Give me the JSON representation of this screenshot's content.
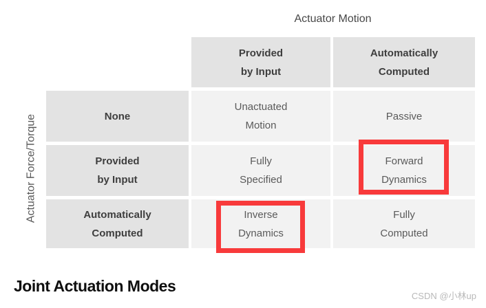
{
  "caption": "Joint Actuation Modes",
  "watermark": "CSDN @小林up",
  "matrix": {
    "column_axis_label": "Actuator Motion",
    "row_axis_label": "Actuator Force/Torque",
    "column_headers": [
      "Provided\nby Input",
      "Automatically\nComputed"
    ],
    "row_headers": [
      "None",
      "Provided\nby Input",
      "Automatically\nComputed"
    ],
    "cells": [
      [
        "Unactuated\nMotion",
        "Passive"
      ],
      [
        "Fully\nSpecified",
        "Forward\nDynamics"
      ],
      [
        "Inverse\nDynamics",
        "Fully\nComputed"
      ]
    ],
    "highlighted_cells": [
      "Forward Dynamics",
      "Inverse Dynamics"
    ],
    "colors": {
      "header_bg": "#e3e3e3",
      "cell_bg": "#f2f2f2",
      "header_text": "#3e3e3e",
      "cell_text": "#5a5a5a",
      "highlight_border": "#f83a3b"
    }
  }
}
